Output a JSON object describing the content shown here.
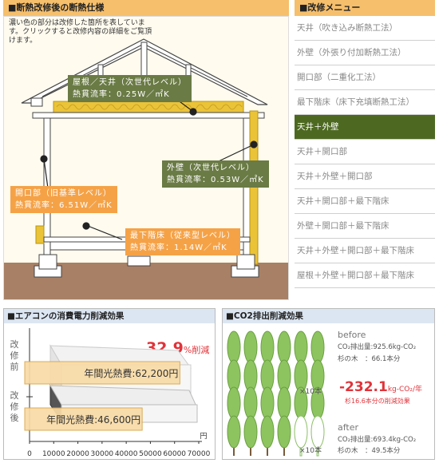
{
  "diagram": {
    "title": "■断熱改修後の断熱仕様",
    "intro": "濃い色の部分は改修した箇所を表しています。クリックすると改修内容の詳細をご覧頂けます。",
    "callouts": [
      {
        "line1": "屋根／天井（次世代レベル）",
        "line2": "熱貫流率：0.25W／㎡K"
      },
      {
        "line1": "外壁（次世代レベル）",
        "line2": "熱貫流率：0.53W／㎡K"
      },
      {
        "line1": "開口部（旧基準レベル）",
        "line2": "熱貫流率：6.51W／㎡K"
      },
      {
        "line1": "最下階床（従来型レベル）",
        "line2": "熱貫流率：1.14W／㎡K"
      }
    ]
  },
  "menu": {
    "title": "■改修メニュー",
    "items": [
      "天井（吹き込み断熱工法）",
      "外壁（外張り付加断熱工法）",
      "開口部（二重化工法）",
      "最下階床（床下充填断熱工法）",
      "天井＋外壁",
      "天井＋開口部",
      "天井＋外壁＋開口部",
      "天井＋開口部＋最下階床",
      "外壁＋開口部＋最下階床",
      "天井＋外壁＋開口部＋最下階床",
      "屋根＋外壁＋開口部＋最下階床"
    ],
    "active_index": 4
  },
  "aircon": {
    "title": "■エアコンの消費電力削減効果",
    "reduction_value": "32.9",
    "reduction_unit": "%削減",
    "before_label": "改修前",
    "after_label": "改修後",
    "unit": "円",
    "chart_data": {
      "type": "bar",
      "categories": [
        "改修前",
        "改修後"
      ],
      "values": [
        62200,
        46600
      ],
      "value_labels": [
        "年間光熱費:62,200円",
        "年間光熱費:46,600円"
      ],
      "xticks": [
        "0",
        "10000",
        "20000",
        "30000",
        "40000",
        "50000",
        "60000",
        "70000"
      ],
      "xlim": [
        0,
        70000
      ]
    }
  },
  "co2": {
    "title": "■CO2排出削減効果",
    "before_title": "before",
    "before_amount": "CO₂排出量:925.6kg-CO₂",
    "before_trees": "杉の木　：66.1本分",
    "before_count": "×10本",
    "reduction": "-232.1",
    "reduction_unit": "kg-CO₂/年",
    "reduction_note": "杉16.6本分の削減効果",
    "after_title": "after",
    "after_amount": "CO₂排出量:693.4kg-CO₂",
    "after_trees": "杉の木　：49.5本分",
    "after_count": "×10本"
  },
  "colors": {
    "accent_orange": "#f6bf6c",
    "active_green": "#4d6921",
    "reduction_red": "#e0333a"
  }
}
